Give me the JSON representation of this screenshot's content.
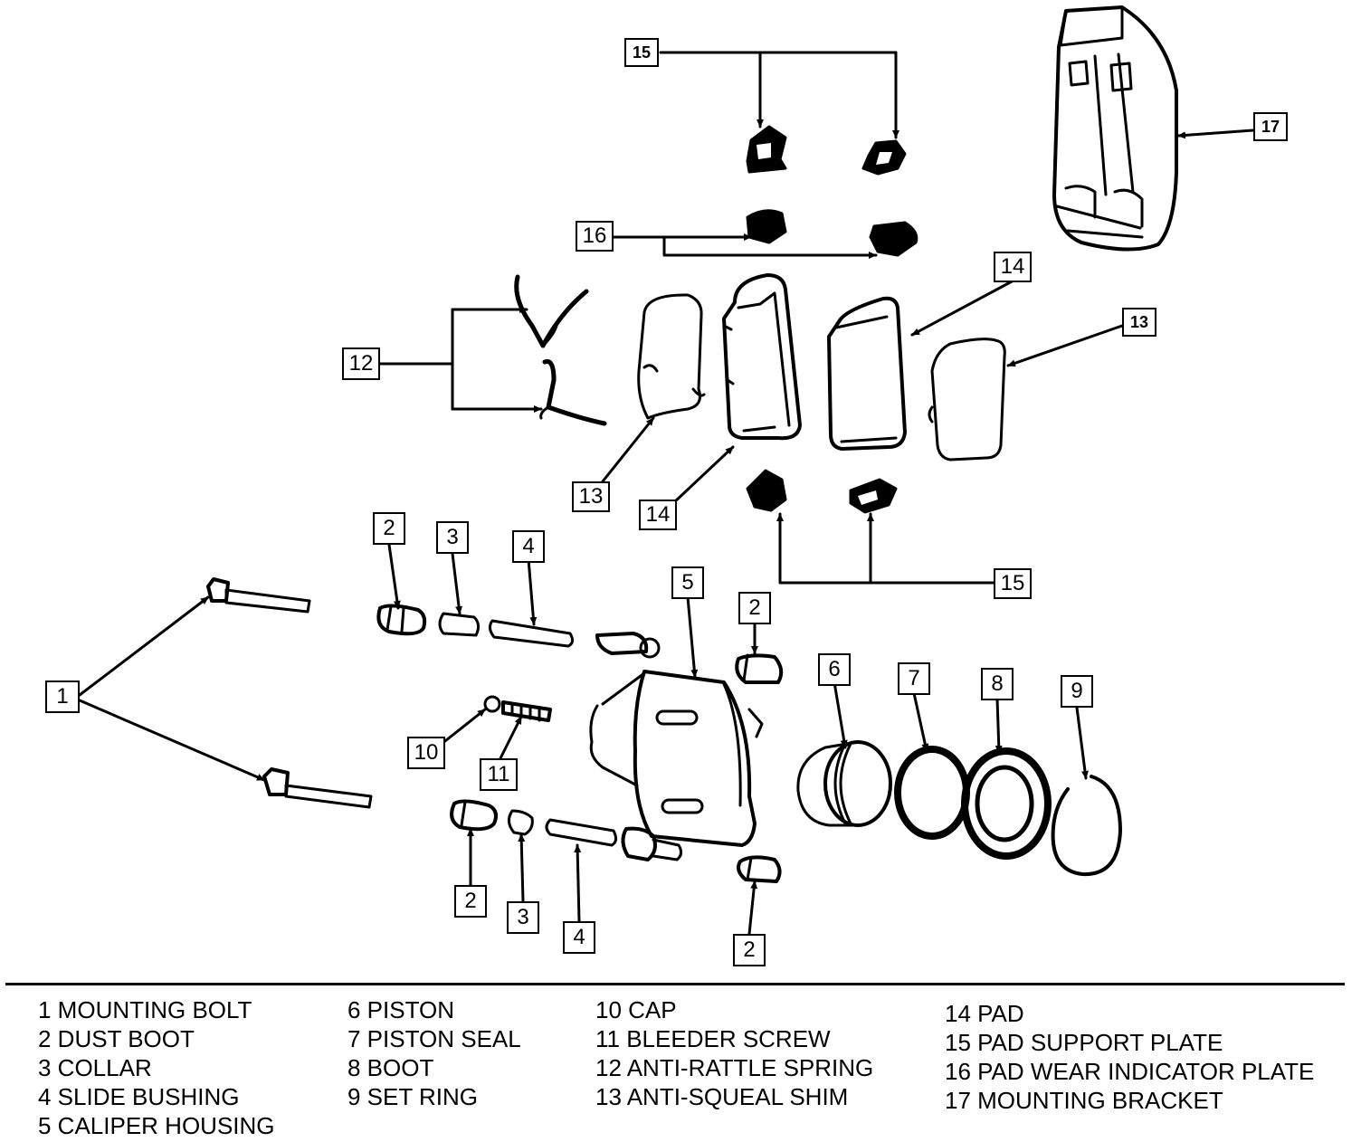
{
  "callouts": {
    "c1": "1",
    "c2a": "2",
    "c2b": "2",
    "c2c": "2",
    "c2d": "2",
    "c3a": "3",
    "c3b": "3",
    "c4a": "4",
    "c4b": "4",
    "c5": "5",
    "c6": "6",
    "c7": "7",
    "c8": "8",
    "c9": "9",
    "c10": "10",
    "c11": "11",
    "c12": "12",
    "c13a": "13",
    "c13b": "13",
    "c14a": "14",
    "c14b": "14",
    "c15a": "15",
    "c15b": "15",
    "c16": "16",
    "c17": "17"
  },
  "legend": {
    "col1": [
      "1 MOUNTING BOLT",
      "2 DUST BOOT",
      "3 COLLAR",
      "4 SLIDE BUSHING",
      "5 CALIPER HOUSING"
    ],
    "col2": [
      "6 PISTON",
      "7 PISTON SEAL",
      "8 BOOT",
      "9 SET RING"
    ],
    "col3": [
      "10 CAP",
      "11 BLEEDER SCREW",
      "12 ANTI-RATTLE SPRING",
      "13 ANTI-SQUEAL SHIM"
    ],
    "col4": [
      "14 PAD",
      "15 PAD SUPPORT PLATE",
      "16 PAD WEAR INDICATOR PLATE",
      "17 MOUNTING BRACKET"
    ]
  }
}
